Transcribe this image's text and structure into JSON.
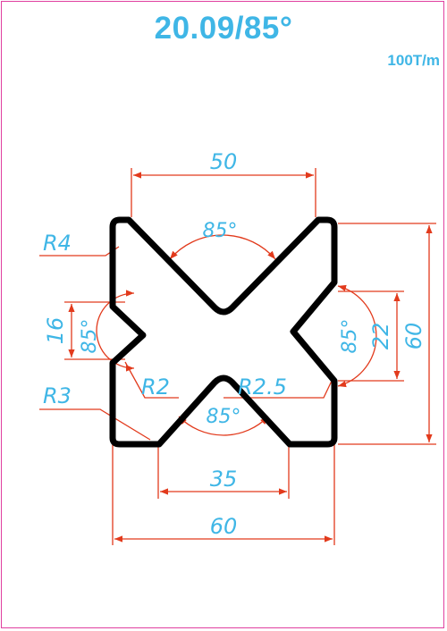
{
  "title": "20.09/85°",
  "tonnage": "100T/m",
  "colors": {
    "frame": "#e040a0",
    "text": "#3fb6e6",
    "dimension_lines": "#e23a1c",
    "outline": "#000000"
  },
  "dimensions": {
    "top_width": "50",
    "top_angle": "85°",
    "left_height": "16",
    "left_angle": "85°",
    "right_inner_height": "22",
    "right_angle": "85°",
    "total_height": "60",
    "bottom_angle": "85°",
    "bottom_width": "35",
    "total_width": "60"
  },
  "radii": {
    "r_top_left": "R4",
    "r_bottom_left": "R3",
    "r_left_notch": "R2",
    "r_right_notch": "R2.5"
  }
}
